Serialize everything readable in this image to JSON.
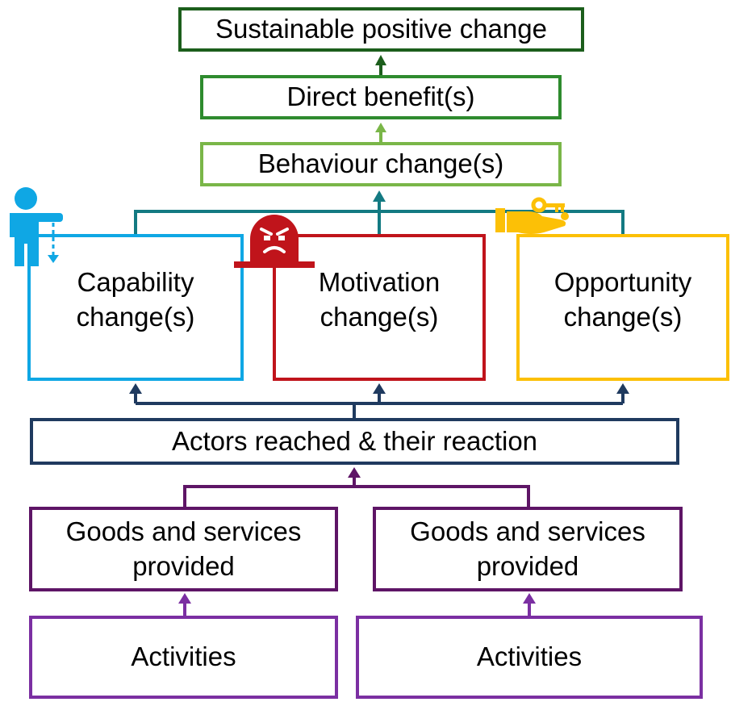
{
  "diagram": {
    "sustainable": "Sustainable positive change",
    "direct": "Direct benefit(s)",
    "behaviour": "Behaviour change(s)",
    "capability": {
      "line1": "Capability",
      "line2": "change(s)"
    },
    "motivation": {
      "line1": "Motivation",
      "line2": "change(s)"
    },
    "opportunity": {
      "line1": "Opportunity",
      "line2": "change(s)"
    },
    "actors": "Actors reached & their reaction",
    "goods_left": {
      "line1": "Goods and services",
      "line2": "provided"
    },
    "goods_right": {
      "line1": "Goods and services",
      "line2": "provided"
    },
    "activities_left": "Activities",
    "activities_right": "Activities"
  },
  "icons": {
    "capability": "person-pointing-icon",
    "motivation": "angry-face-icon",
    "opportunity": "hand-key-icon"
  },
  "colors": {
    "sustainable": "#1c5e1c",
    "direct": "#2e8b2e",
    "behaviour": "#7ab648",
    "teal_connector": "#137a82",
    "capability": "#0fa7e4",
    "motivation": "#c0141b",
    "opportunity": "#fcc006",
    "actors": "#1f3a5f",
    "goods": "#5e1566",
    "activities": "#7b2fa2"
  }
}
